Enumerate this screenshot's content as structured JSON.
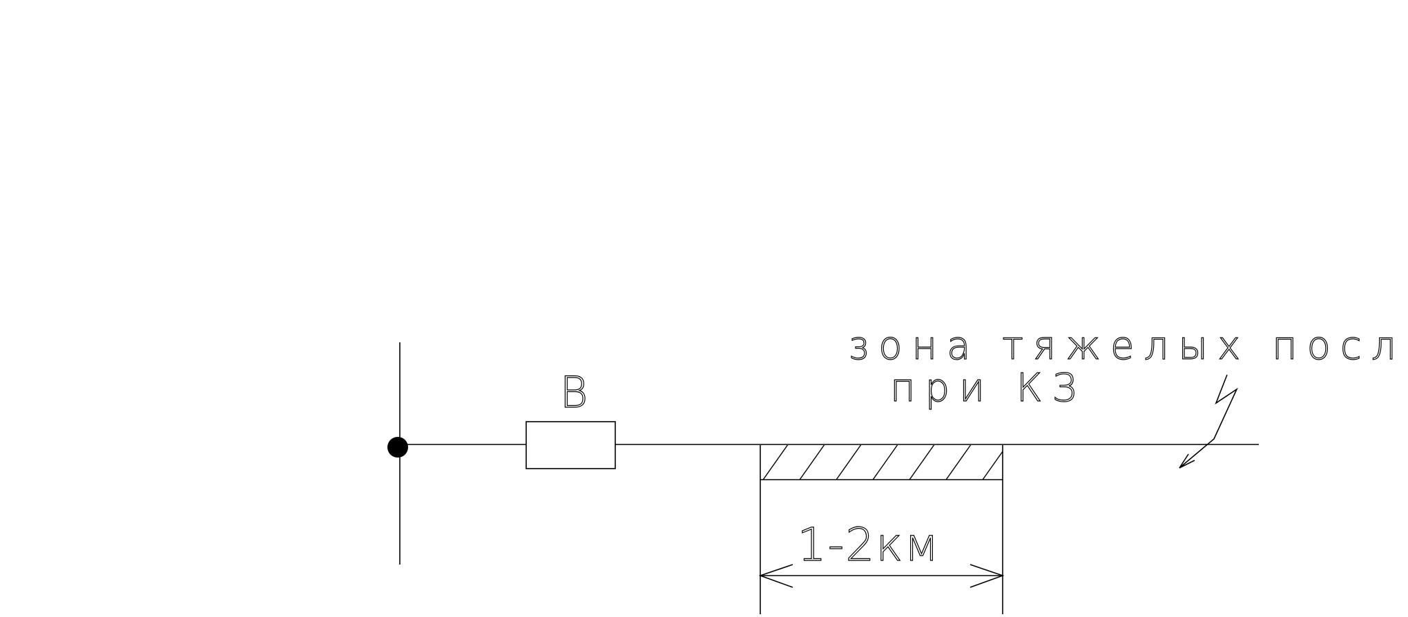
{
  "diagram": {
    "breaker_label": "В",
    "zone_label_line1": "зона тяжелых посл",
    "zone_label_line2": "при КЗ",
    "dimension_label": "1-2км"
  },
  "colors": {
    "background": "#ffffff",
    "line": "#000000"
  }
}
